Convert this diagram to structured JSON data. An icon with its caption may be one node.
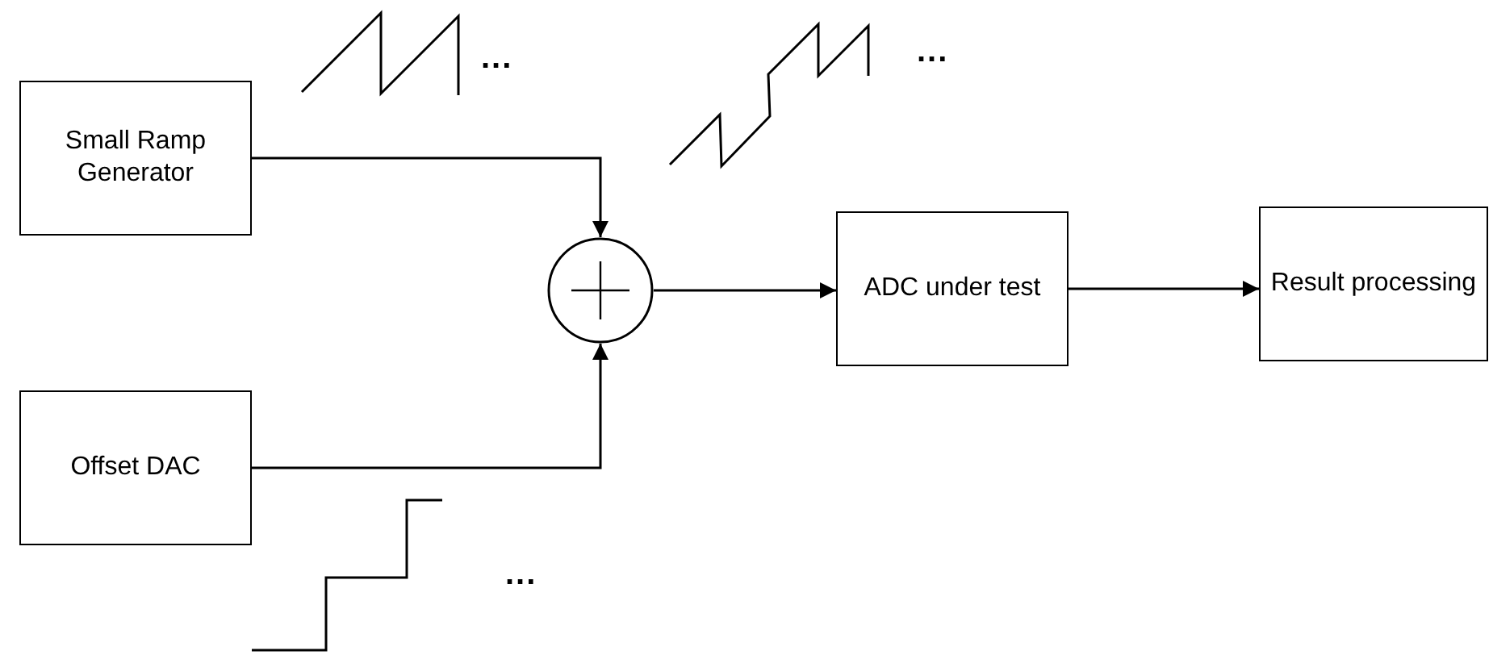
{
  "diagram": {
    "nodes": [
      {
        "text": [
          "Small Ramp Generator"
        ]
      },
      {
        "text": [
          "Offset DAC"
        ]
      },
      {
        "text": [],
        "shape": "circle"
      },
      {
        "text": [
          "ADC under test"
        ]
      },
      {
        "text": [
          "Result processing"
        ]
      }
    ],
    "edges": [
      {
        "from": 0,
        "to": 2,
        "arrow": "to"
      },
      {
        "from": 1,
        "to": 2,
        "arrow": "to"
      },
      {
        "from": 2,
        "to": 3,
        "arrow": "to"
      },
      {
        "from": 3,
        "to": 4,
        "arrow": "to"
      }
    ],
    "labels": [
      "...",
      "...",
      "..."
    ]
  }
}
